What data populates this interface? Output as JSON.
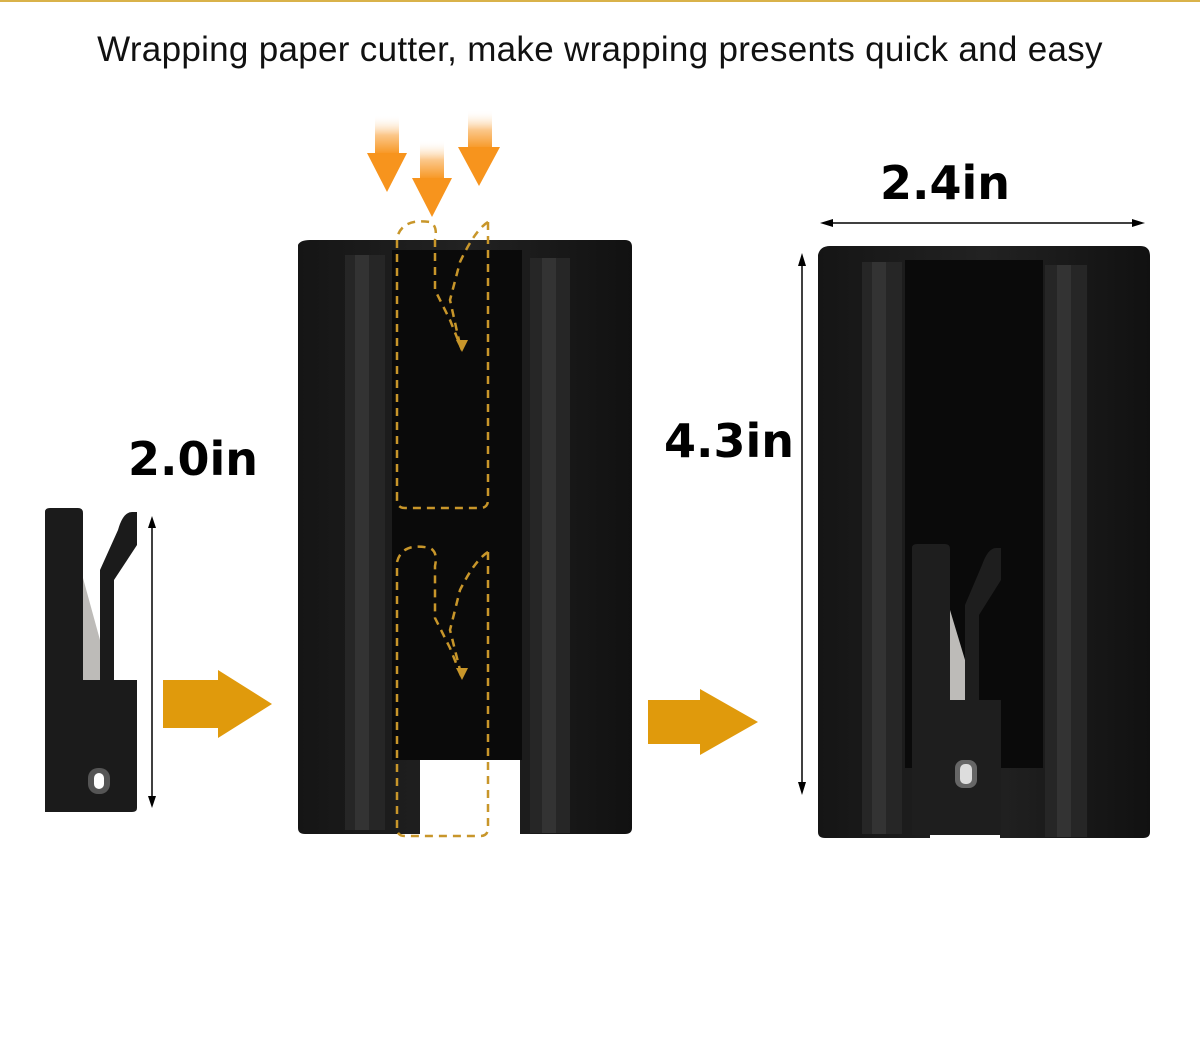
{
  "headline": "Wrapping paper cutter, make wrapping presents quick and easy",
  "dimensions": {
    "blade_height": "2.0in",
    "tube_height": "4.3in",
    "tube_width": "2.4in"
  },
  "colors": {
    "accent_arrow": "#e09a0c",
    "dashed_guide": "#c8962a",
    "product": "#111111",
    "top_line": "#d9b24a"
  },
  "icons": [
    "down-arrow-icon",
    "right-arrow-icon",
    "dimension-arrow-icon"
  ]
}
